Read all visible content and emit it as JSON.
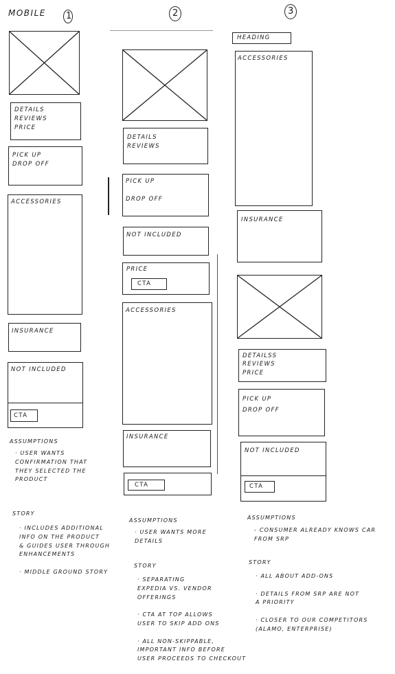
{
  "title": "Mobile",
  "columns": [
    {
      "number": "1"
    },
    {
      "number": "2"
    },
    {
      "number": "3"
    }
  ],
  "col1": {
    "blocks": {
      "details": "Details\nReviews\nPrice",
      "pickup": "Pick up\nDrop off",
      "accessories": "Accessories",
      "insurance": "Insurance",
      "not_included": "Not included",
      "cta": "CTA"
    },
    "assumptions_title": "Assumptions",
    "assumptions": "· User wants\n  confirmation that\n  they selected the\n  product",
    "story_title": "Story",
    "story": "· Includes additional\n  info on the product\n  & guides user through\n  enhancements\n\n· Middle ground story"
  },
  "col2": {
    "blocks": {
      "details": "Details\nReviews",
      "pickup": "Pick up\n\nDrop off",
      "not_included": "Not included",
      "price": "Price",
      "cta_top": "CTA",
      "accessories": "Accessories",
      "insurance": "Insurance",
      "cta": "CTA"
    },
    "assumptions_title": "Assumptions",
    "assumptions": "· User wants more\n  details",
    "story_title": "Story",
    "story": "· Separating\n  Expedia vs. vendor\n  offerings\n\n· CTA at top allows\n  user to skip add ons\n\n· All non-skippable,\n  important info before\n  user proceeds to checkout"
  },
  "col3": {
    "blocks": {
      "heading": "Heading",
      "accessories": "Accessories",
      "insurance": "Insurance",
      "details": "Detailss\nReviews\nPrice",
      "pickup": "Pick up\nDrop off",
      "not_included": "Not included",
      "cta": "CTA"
    },
    "assumptions_title": "Assumptions",
    "assumptions": "- Consumer already knows car\n  from SRP",
    "story_title": "Story",
    "story": "· All about add-ons\n\n· Details from SRP are not\n  a priority\n\n· Closer to our competitors\n  (Alamo, Enterprise)"
  }
}
